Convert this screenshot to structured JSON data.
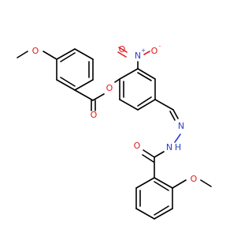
{
  "molecule": {
    "atoms": {
      "o_methoxy_top": "O",
      "o_ester_carbonyl": "O",
      "o_ester_link": "O",
      "n_nitro": "N",
      "n_nitro_charge": "+",
      "o_nitro_top": "O",
      "o_nitro_charge": "-",
      "n_hydrazone_1": "N",
      "n_hydrazone_2": "N",
      "h_amide": "H",
      "o_amide_carbonyl": "O",
      "o_methoxy_bottom": "O"
    },
    "colors": {
      "carbon_bond": "#000000",
      "oxygen": "#e31a1a",
      "nitrogen": "#2b3fd6"
    }
  }
}
